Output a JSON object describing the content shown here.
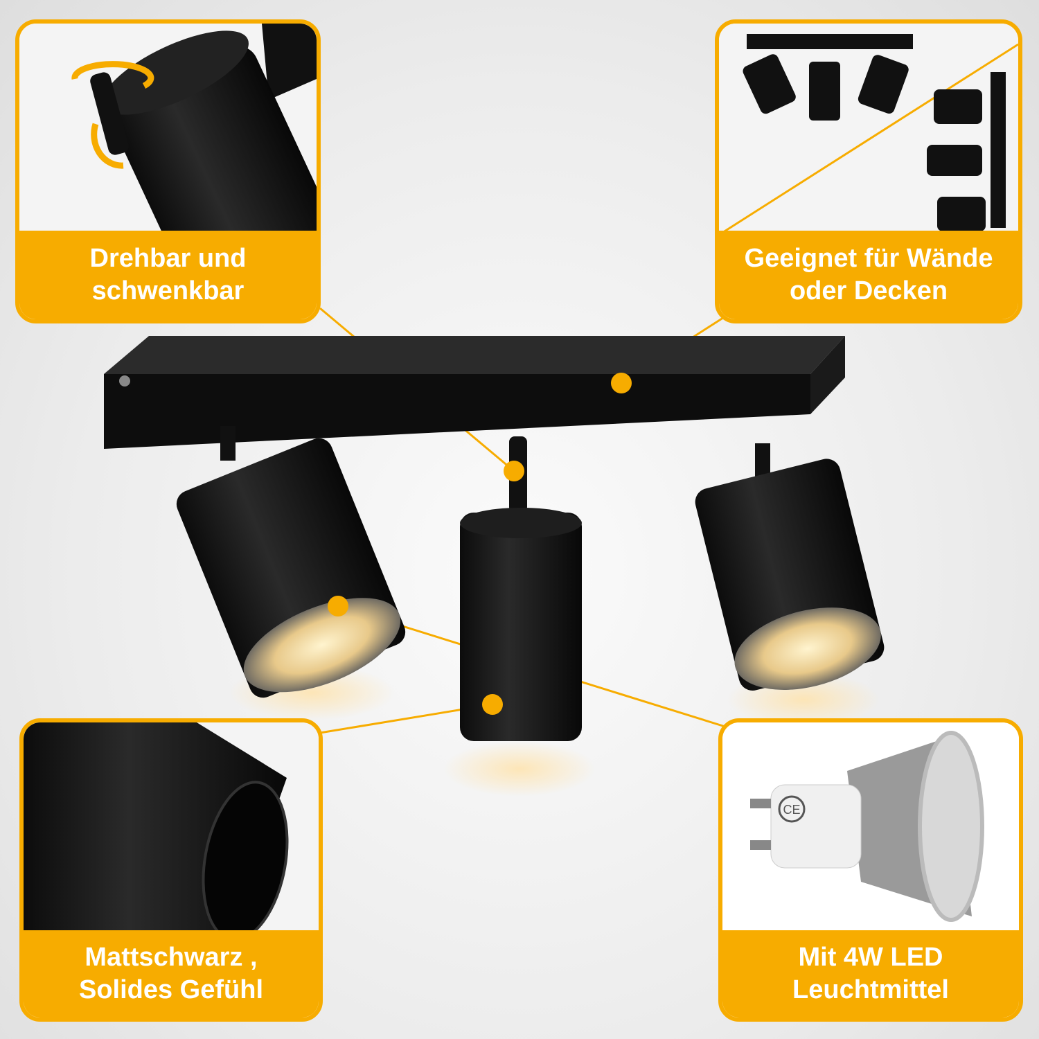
{
  "accent_color": "#f7ac00",
  "features": [
    {
      "icon": "rotate-arrows-icon",
      "line1": "Drehbar und",
      "line2": "schwenkbar"
    },
    {
      "icon": "wall-ceiling-mount-icon",
      "line1": "Geeignet für Wände",
      "line2": "oder Decken"
    },
    {
      "icon": "matte-black-tube-icon",
      "line1": "Mattschwarz ,",
      "line2": "Solides Gefühl"
    },
    {
      "icon": "led-bulb-icon",
      "line1": "Mit 4W LED",
      "line2": "Leuchtmittel"
    }
  ],
  "bulb_mark": "CE"
}
